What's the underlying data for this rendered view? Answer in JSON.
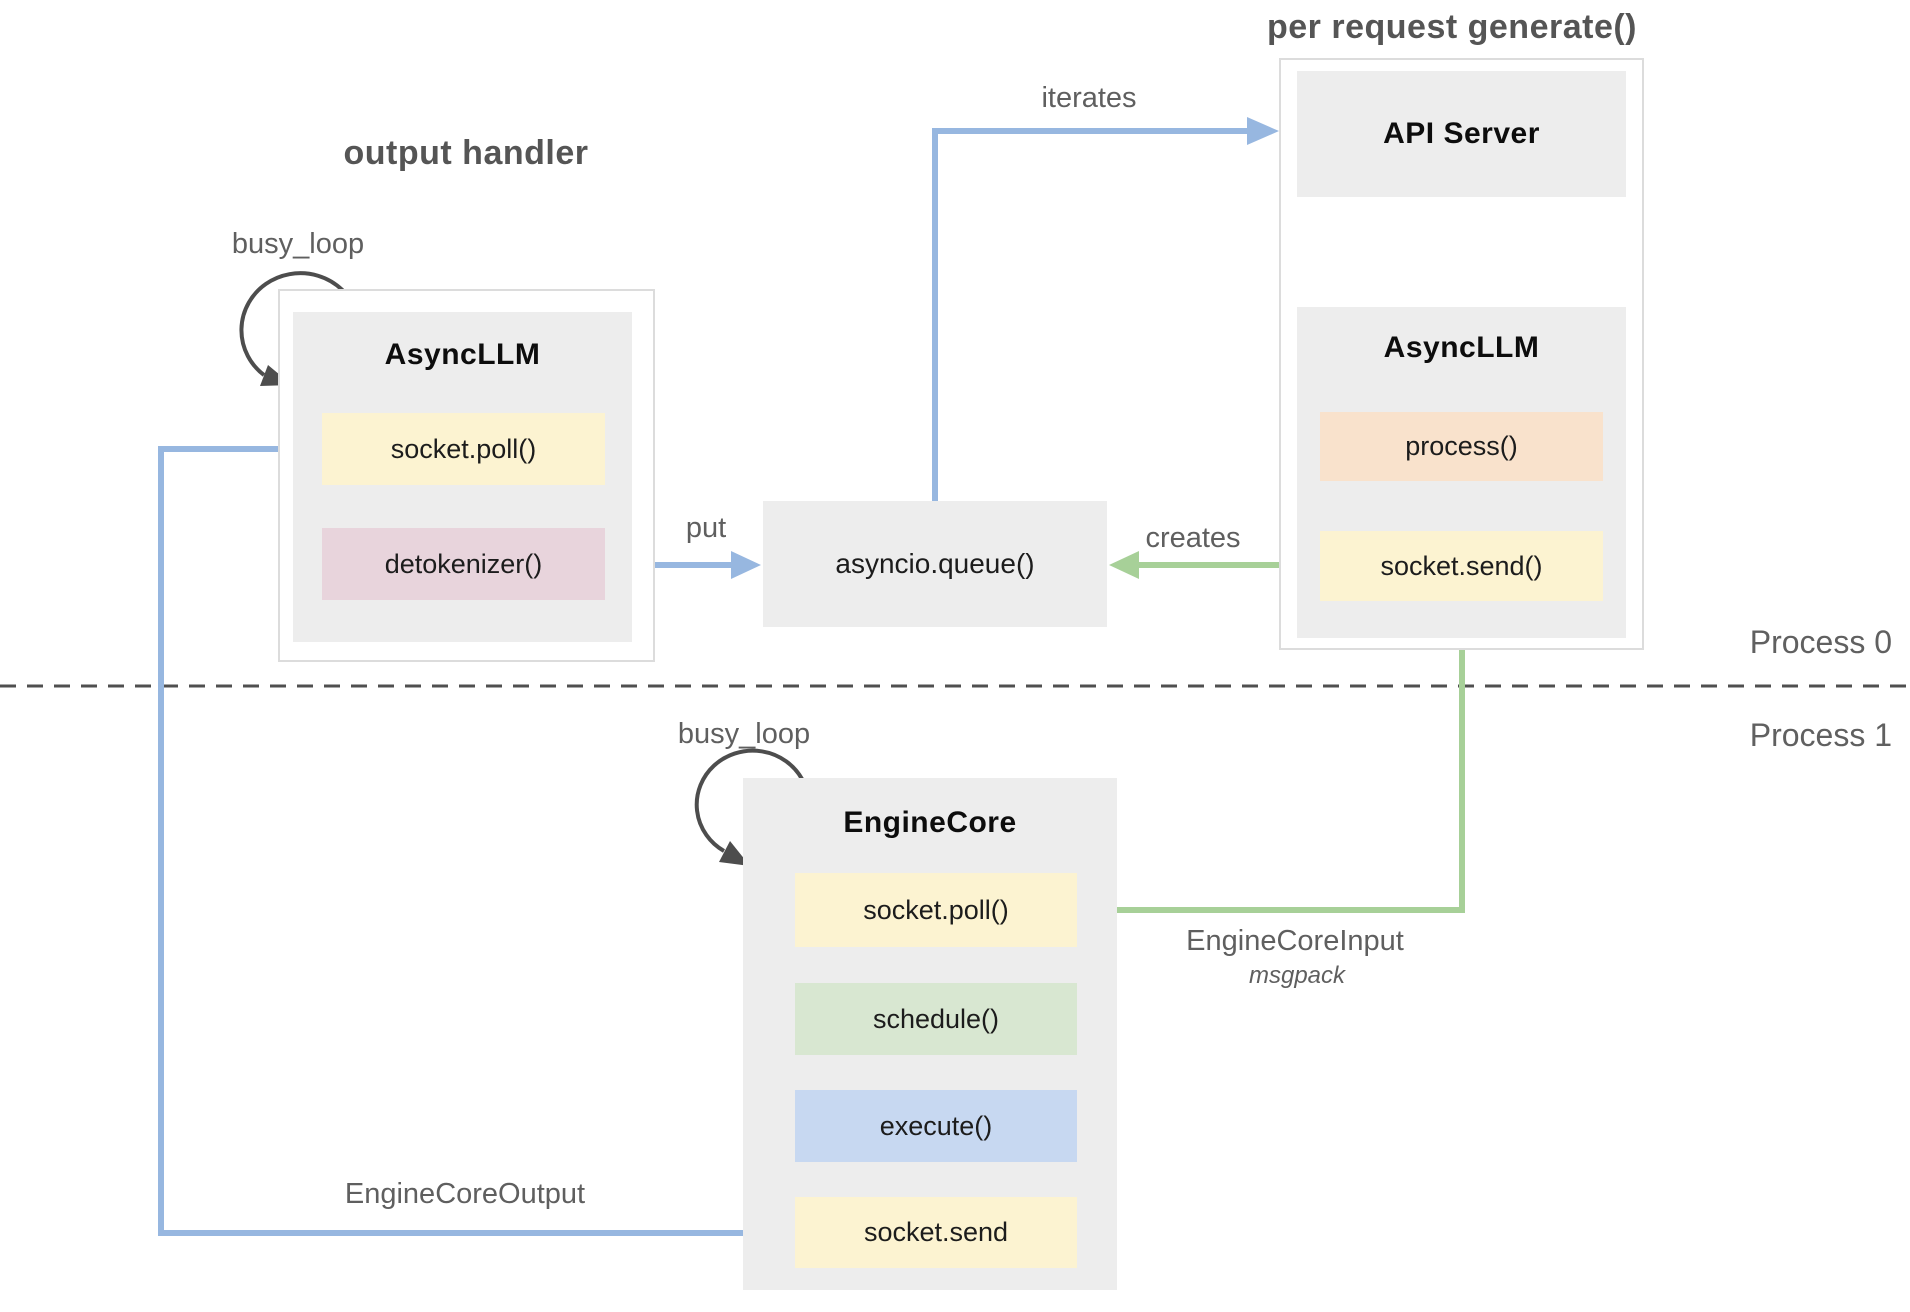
{
  "titles": {
    "output_handler": "output handler",
    "per_request_generate": "per request generate()"
  },
  "process_labels": {
    "process0": "Process 0",
    "process1": "Process 1"
  },
  "nodes": {
    "api_server": {
      "title": "API Server"
    },
    "async_llm_request": {
      "title": "AsyncLLM",
      "methods": [
        {
          "label": "process()"
        },
        {
          "label": "socket.send()"
        }
      ]
    },
    "async_llm_output": {
      "title": "AsyncLLM",
      "methods": [
        {
          "label": "socket.poll()"
        },
        {
          "label": "detokenizer()"
        }
      ]
    },
    "asyncio_queue": {
      "label": "asyncio.queue()"
    },
    "engine_core": {
      "title": "EngineCore",
      "methods": [
        {
          "label": "socket.poll()"
        },
        {
          "label": "schedule()"
        },
        {
          "label": "execute()"
        },
        {
          "label": "socket.send"
        }
      ]
    }
  },
  "edge_labels": {
    "iterates": "iterates",
    "put": "put",
    "creates": "creates",
    "busy_loop_output": "busy_loop",
    "busy_loop_engine": "busy_loop",
    "engine_core_input": "EngineCoreInput",
    "engine_core_input_format": "msgpack",
    "engine_core_output": "EngineCoreOutput"
  },
  "colors": {
    "node_gray": "#ededed",
    "method_yellow": "#fcf3d1",
    "method_pink": "#e8d4dc",
    "method_peach": "#f9e2cc",
    "method_green": "#d8e7d1",
    "method_blue": "#c7d8f1",
    "arrow_blue": "#97b7e0",
    "arrow_green": "#a7d098",
    "loop_dark": "#4d4d4d",
    "divider_dark": "#4f4f4f"
  }
}
